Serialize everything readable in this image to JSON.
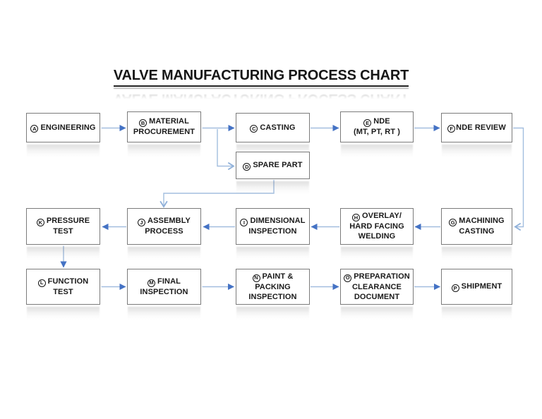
{
  "header": {
    "title": "VALVE MANUFACTURING PROCESS CHART"
  },
  "colors": {
    "connector_line": "#a3bedf",
    "connector_arrowhead": "#4472c4",
    "box_border": "#7b7b7b",
    "text": "#1a1a1a"
  },
  "nodes": [
    {
      "letter": "A",
      "label": "ENGINEERING"
    },
    {
      "letter": "B",
      "label": "MATERIAL\nPROCUREMENT"
    },
    {
      "letter": "C",
      "label": "CASTING"
    },
    {
      "letter": "D",
      "label": "SPARE PART"
    },
    {
      "letter": "E",
      "label": "NDE\n(MT, PT, RT )"
    },
    {
      "letter": "F",
      "label": "NDE REVIEW"
    },
    {
      "letter": "G",
      "label": "MACHINING\nCASTING"
    },
    {
      "letter": "H",
      "label": "OVERLAY/\nHARD FACING\nWELDING"
    },
    {
      "letter": "I",
      "label": "DIMENSIONAL\nINSPECTION"
    },
    {
      "letter": "J",
      "label": "ASSEMBLY\nPROCESS"
    },
    {
      "letter": "K",
      "label": "PRESSURE\nTEST"
    },
    {
      "letter": "L",
      "label": "FUNCTION\nTEST"
    },
    {
      "letter": "M",
      "label": "FINAL\nINSPECTION"
    },
    {
      "letter": "N",
      "label": "PAINT &\nPACKING\nINSPECTION"
    },
    {
      "letter": "O",
      "label": "PREPARATION\nCLEARANCE\nDOCUMENT"
    },
    {
      "letter": "P",
      "label": "SHIPMENT"
    }
  ]
}
